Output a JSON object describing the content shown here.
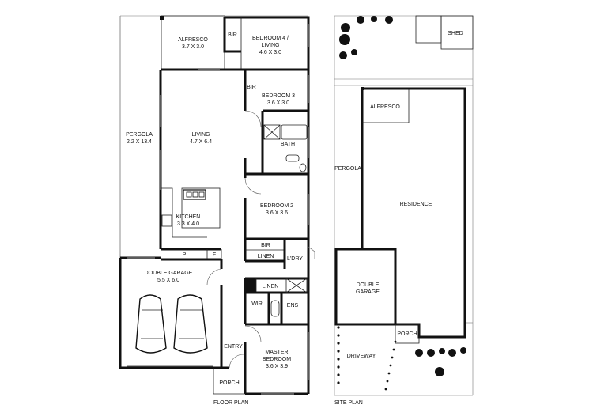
{
  "floor_plan": {
    "caption": "FLOOR PLAN",
    "rooms": {
      "alfresco": {
        "name": "ALFRESCO",
        "dims": "3.7 X 3.0"
      },
      "bedroom4": {
        "name": "BEDROOM 4 /",
        "name2": "LIVING",
        "dims": "4.6 X 3.0"
      },
      "bir_top": {
        "name": "BIR"
      },
      "bir_bed3": {
        "name": "BIR"
      },
      "bedroom3": {
        "name": "BEDROOM 3",
        "dims": "3.6 X 3.0"
      },
      "pergola": {
        "name": "PERGOLA",
        "dims": "2.2 X 13.4"
      },
      "living": {
        "name": "LIVING",
        "dims": "4.7 X 6.4"
      },
      "bath": {
        "name": "BATH"
      },
      "kitchen": {
        "name": "KITCHEN",
        "dims": "3.3 X 4.0"
      },
      "bedroom2": {
        "name": "BEDROOM 2",
        "dims": "3.6 X 3.6"
      },
      "pantry": {
        "name": "P"
      },
      "fridge": {
        "name": "F"
      },
      "bir_bed2": {
        "name": "BIR"
      },
      "linen_upper": {
        "name": "LINEN"
      },
      "laundry": {
        "name": "L'DRY"
      },
      "garage": {
        "name": "DOUBLE GARAGE",
        "dims": "5.5 X 6.0"
      },
      "linen_lower": {
        "name": "LINEN"
      },
      "wir": {
        "name": "WIR"
      },
      "ens": {
        "name": "ENS"
      },
      "entry": {
        "name": "ENTRY"
      },
      "master": {
        "name": "MASTER",
        "name2": "BEDROOM",
        "dims": "3.6 X 3.9"
      },
      "porch": {
        "name": "PORCH"
      }
    }
  },
  "site_plan": {
    "caption": "SITE PLAN",
    "labels": {
      "shed": "SHED",
      "alfresco": "ALFRESCO",
      "pergola": "PERGOLA",
      "residence": "RESIDENCE",
      "garage_line1": "DOUBLE",
      "garage_line2": "GARAGE",
      "porch": "PORCH",
      "driveway": "DRIVEWAY"
    }
  },
  "colors": {
    "wall": "#111111",
    "line": "#555555",
    "background": "#ffffff"
  }
}
